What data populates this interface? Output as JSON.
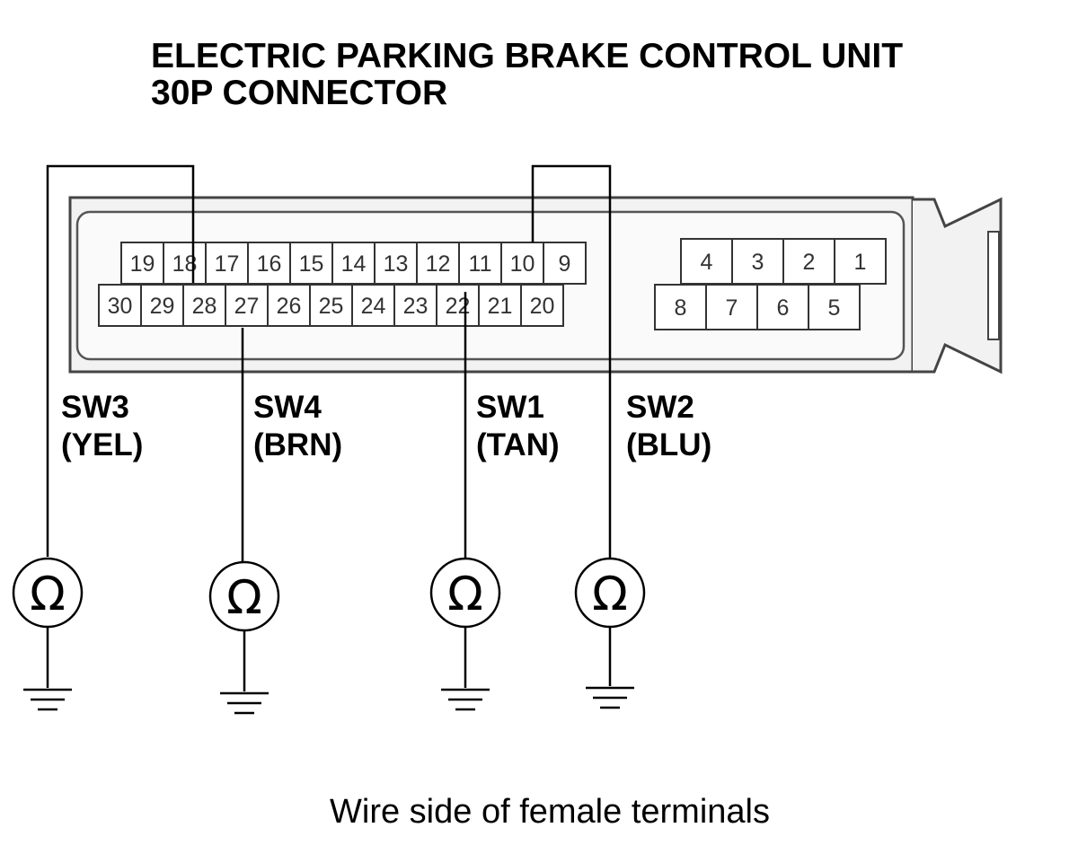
{
  "title": {
    "line1": "ELECTRIC PARKING BRAKE CONTROL UNIT",
    "line2": "30P CONNECTOR"
  },
  "connector": {
    "pins_row_top_left": [
      "19",
      "18",
      "17",
      "16",
      "15",
      "14",
      "13",
      "12",
      "11",
      "10",
      "9"
    ],
    "pins_row_bottom_left": [
      "30",
      "29",
      "28",
      "27",
      "26",
      "25",
      "24",
      "23",
      "22",
      "21",
      "20"
    ],
    "pins_row_top_right": [
      "4",
      "3",
      "2",
      "1"
    ],
    "pins_row_bottom_right": [
      "8",
      "7",
      "6",
      "5"
    ]
  },
  "wires": [
    {
      "name": "SW3",
      "color": "(YEL)"
    },
    {
      "name": "SW4",
      "color": "(BRN)"
    },
    {
      "name": "SW1",
      "color": "(TAN)"
    },
    {
      "name": "SW2",
      "color": "(BLU)"
    }
  ],
  "meter_symbol": "Ω",
  "caption": "Wire side of female terminals"
}
